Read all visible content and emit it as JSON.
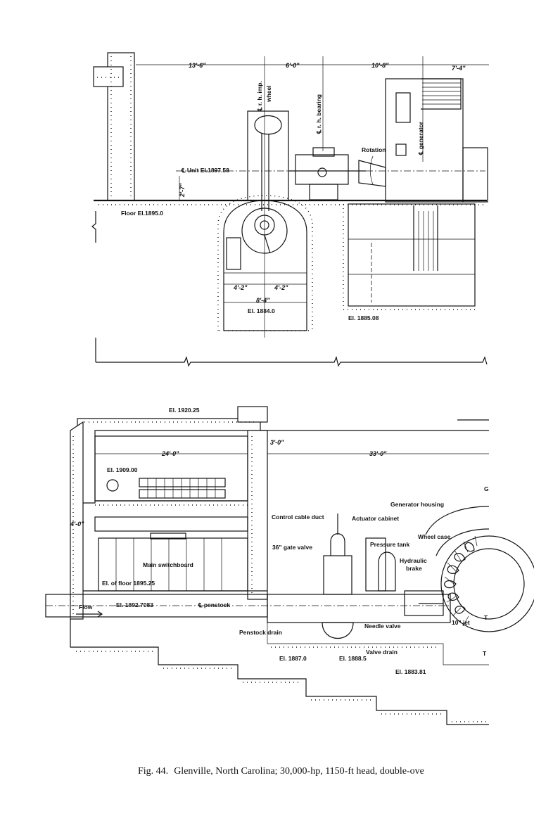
{
  "upper_section": {
    "dimensions": {
      "d1": "13'-6\"",
      "d2": "6'-0\"",
      "d3": "10'-8\"",
      "d4": "7'-4\"",
      "d5": "2'-7\"",
      "d6": "4'-2\"",
      "d7": "4'-2\"",
      "d8": "8'-4\""
    },
    "labels": {
      "cl_imp_wheel_line1": "℄ r. h. imp.",
      "cl_imp_wheel_line2": "wheel",
      "cl_bearing": "℄ r. h. bearing",
      "cl_generator": "℄ generator",
      "rotation": "Rotation",
      "unit_el": "℄ Unit El.1897.58",
      "floor_el": "Floor El.1895.0",
      "el_1884": "El. 1884.0",
      "el_1885": "El. 1885.08"
    }
  },
  "lower_section": {
    "dimensions": {
      "d1": "24'-0\"",
      "d2": "3'-0\"",
      "d3": "33'-0\"",
      "d4": "4'-0\""
    },
    "labels": {
      "el_1920": "El. 1920.25",
      "el_1909": "El. 1909.00",
      "control_cable_duct": "Control cable duct",
      "actuator_cabinet": "Actuator cabinet",
      "generator_housing": "Generator housing",
      "wheel_case": "Wheel case",
      "gate_valve": "36\" gate valve",
      "pressure_tank": "Pressure tank",
      "hydraulic_brake_line1": "Hydraulic",
      "hydraulic_brake_line2": "brake",
      "main_switchboard": "Main switchboard",
      "el_floor": "El. of floor 1895.25",
      "flow": "Flow",
      "el_penstock": "El. 1892.7083",
      "cl_penstock": "℄ penstock",
      "jet": "10\" jet",
      "needle_valve": "Needle valve",
      "penstock_drain": "Penstock drain",
      "valve_drain": "Valve drain",
      "el_1887": "El. 1887.0",
      "el_1888": "El. 1888.5",
      "el_1883": "El. 1883.81",
      "edge_g": "G",
      "edge_t1": "T",
      "edge_t2": "T"
    }
  },
  "caption": {
    "fig_label": "Fig. 44.",
    "text": "Glenville, North Carolina; 30,000-hp, 1150-ft head, double-ove"
  }
}
